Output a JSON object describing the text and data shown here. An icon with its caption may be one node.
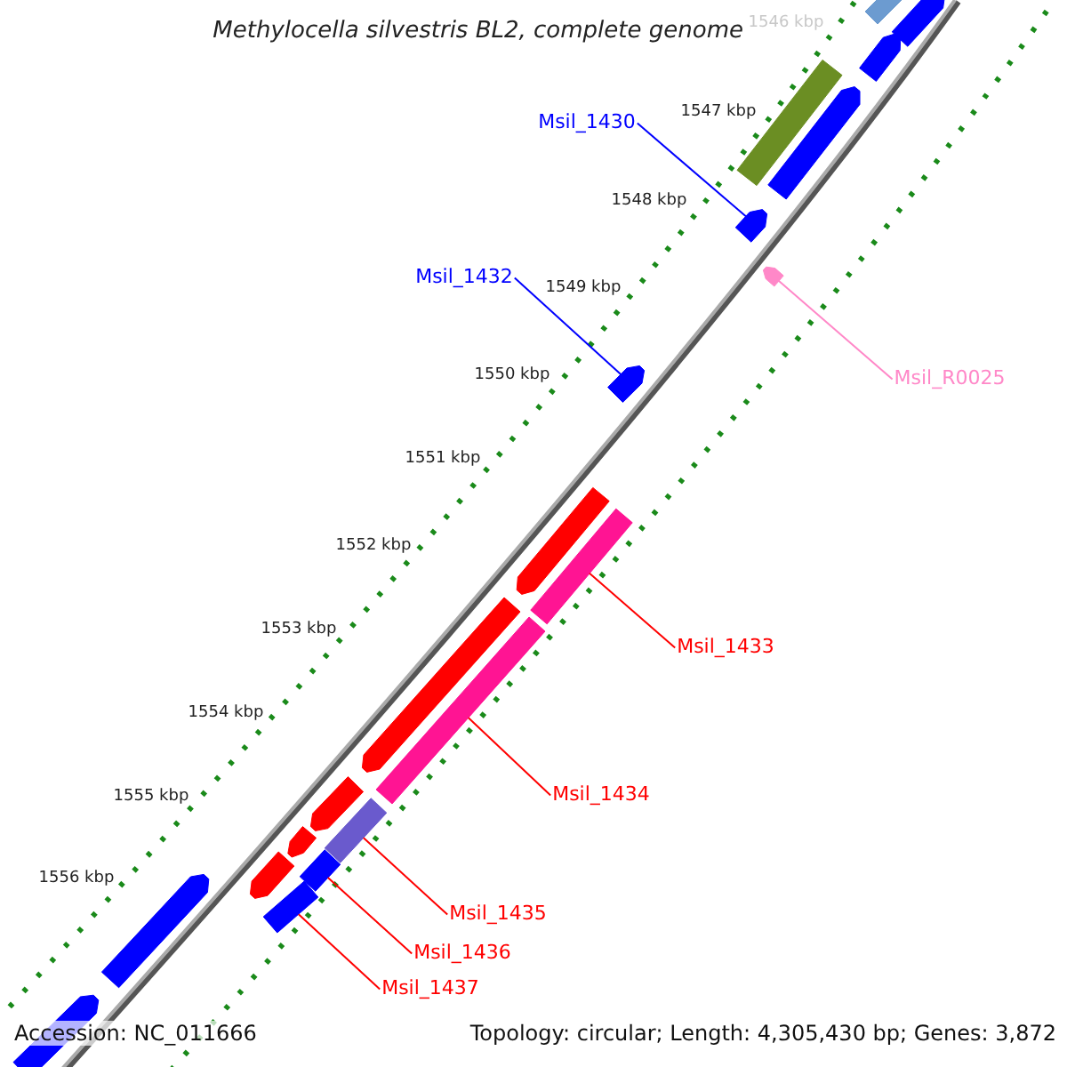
{
  "diagram": {
    "title": "Methylocella silvestris BL2, complete genome",
    "nodes": [
      {
        "text": [
          "Msil_1430"
        ]
      },
      {
        "text": [
          "Msil_1432"
        ]
      },
      {
        "text": [
          "Msil_R0025"
        ]
      },
      {
        "text": [
          "Msil_1433"
        ]
      },
      {
        "text": [
          "Msil_1434"
        ]
      },
      {
        "text": [
          "Msil_1435"
        ]
      },
      {
        "text": [
          "Msil_1436"
        ]
      },
      {
        "text": [
          "Msil_1437"
        ]
      },
      {
        "text": [],
        "shape": "bar"
      },
      {
        "text": [],
        "shape": "bar"
      },
      {
        "text": [],
        "shape": "bar"
      },
      {
        "text": [],
        "shape": "bar"
      },
      {
        "text": [],
        "shape": "bar"
      },
      {
        "text": [],
        "shape": "bar"
      },
      {
        "text": [],
        "shape": "bar"
      },
      {
        "text": [],
        "shape": "bar"
      },
      {
        "text": [],
        "shape": "bar"
      },
      {
        "text": [],
        "shape": "bar"
      },
      {
        "text": [],
        "shape": "bar"
      },
      {
        "text": [],
        "shape": "bar"
      },
      {
        "text": [],
        "shape": "bar"
      },
      {
        "text": [],
        "shape": "bar"
      },
      {
        "text": [],
        "shape": "bar"
      },
      {
        "text": [],
        "shape": "bar"
      },
      {
        "text": [],
        "shape": "bar"
      },
      {
        "text": [],
        "shape": "bar"
      },
      {
        "text": [],
        "shape": "bar"
      },
      {
        "text": [],
        "shape": "bar"
      }
    ],
    "edges": [
      {
        "from": 0,
        "to": 13,
        "arrow": "none",
        "color": "#0000ff"
      },
      {
        "from": 1,
        "to": 15,
        "arrow": "none",
        "color": "#0000ff"
      },
      {
        "from": 2,
        "to": 14,
        "arrow": "none",
        "color": "#ff88c8"
      },
      {
        "from": 3,
        "to": 17,
        "arrow": "none"
      },
      {
        "from": 4,
        "to": 19,
        "arrow": "none"
      },
      {
        "from": 5,
        "to": 21,
        "arrow": "none"
      },
      {
        "from": 6,
        "to": 24,
        "arrow": "none"
      },
      {
        "from": 7,
        "to": 25,
        "arrow": "none"
      }
    ],
    "labels": [
      "1546 kbp",
      "1547 kbp",
      "1548 kbp",
      "1549 kbp",
      "1550 kbp",
      "1551 kbp",
      "1552 kbp",
      "1553 kbp",
      "1554 kbp",
      "1555 kbp",
      "1556 kbp",
      "Accession: NC_011666",
      "Topology: circular; Length: 4,305,430 bp; Genes: 3,872"
    ]
  }
}
